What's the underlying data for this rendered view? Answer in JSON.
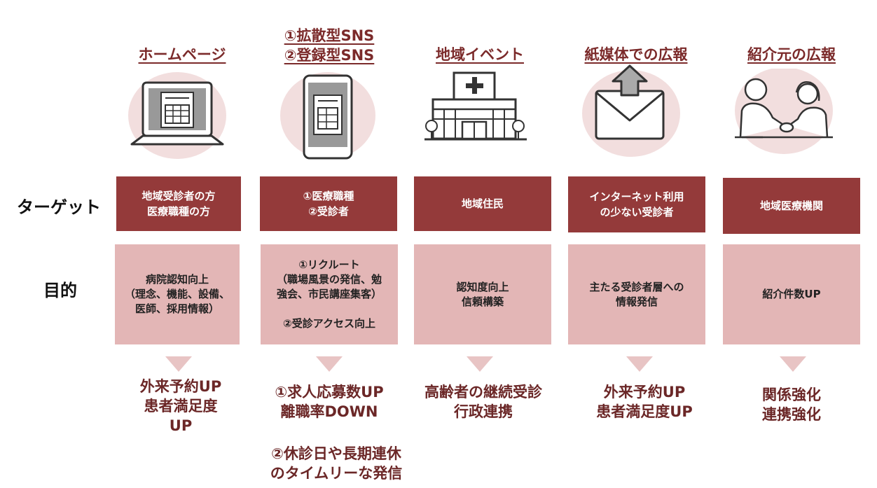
{
  "columns": [
    {
      "title": "ホームページ",
      "icon": "laptop-icon",
      "target": "地域受診者の方\n医療職種の方",
      "purpose": "病院認知向上\n（理念、機能、設備、\n医師、採用情報）",
      "result": "外来予約UP\n患者満足度\nUP"
    },
    {
      "title_lines": [
        "①拡散型SNS",
        "②登録型SNS"
      ],
      "icon": "smartphone-icon",
      "target": "①医療職種\n②受診者",
      "purpose": "①リクルート\n（職場風景の発信、勉\n強会、市民講座集客）\n\n②受診アクセス向上",
      "result": "①求人応募数UP\n離職率DOWN",
      "result2": "②休診日や長期連休\nのタイムリーな発信"
    },
    {
      "title": "地域イベント",
      "icon": "hospital-icon",
      "target": "地域住民",
      "purpose": "認知度向上\n信頼構築",
      "result": "高齢者の継続受診\n行政連携"
    },
    {
      "title": "紙媒体での広報",
      "icon": "mail-upload-icon",
      "target": "インターネット利用\nの少ない受診者",
      "purpose": "主たる受診者層への\n情報発信",
      "result": "外来予約UP\n患者満足度UP"
    },
    {
      "title": "紹介元の広報",
      "icon": "handshake-icon",
      "target": "地域医療機関",
      "purpose": "紹介件数UP",
      "result": "関係強化\n連携強化"
    }
  ],
  "row_labels": {
    "target": "ターゲット",
    "purpose": "目的"
  },
  "colors": {
    "title": "#7b2a2a",
    "target_bg": "#943a3a",
    "purpose_bg": "#e3b6b6",
    "circle_bg": "#f2dede",
    "result_text": "#6b2727",
    "arrow": "#e8c4c4"
  }
}
